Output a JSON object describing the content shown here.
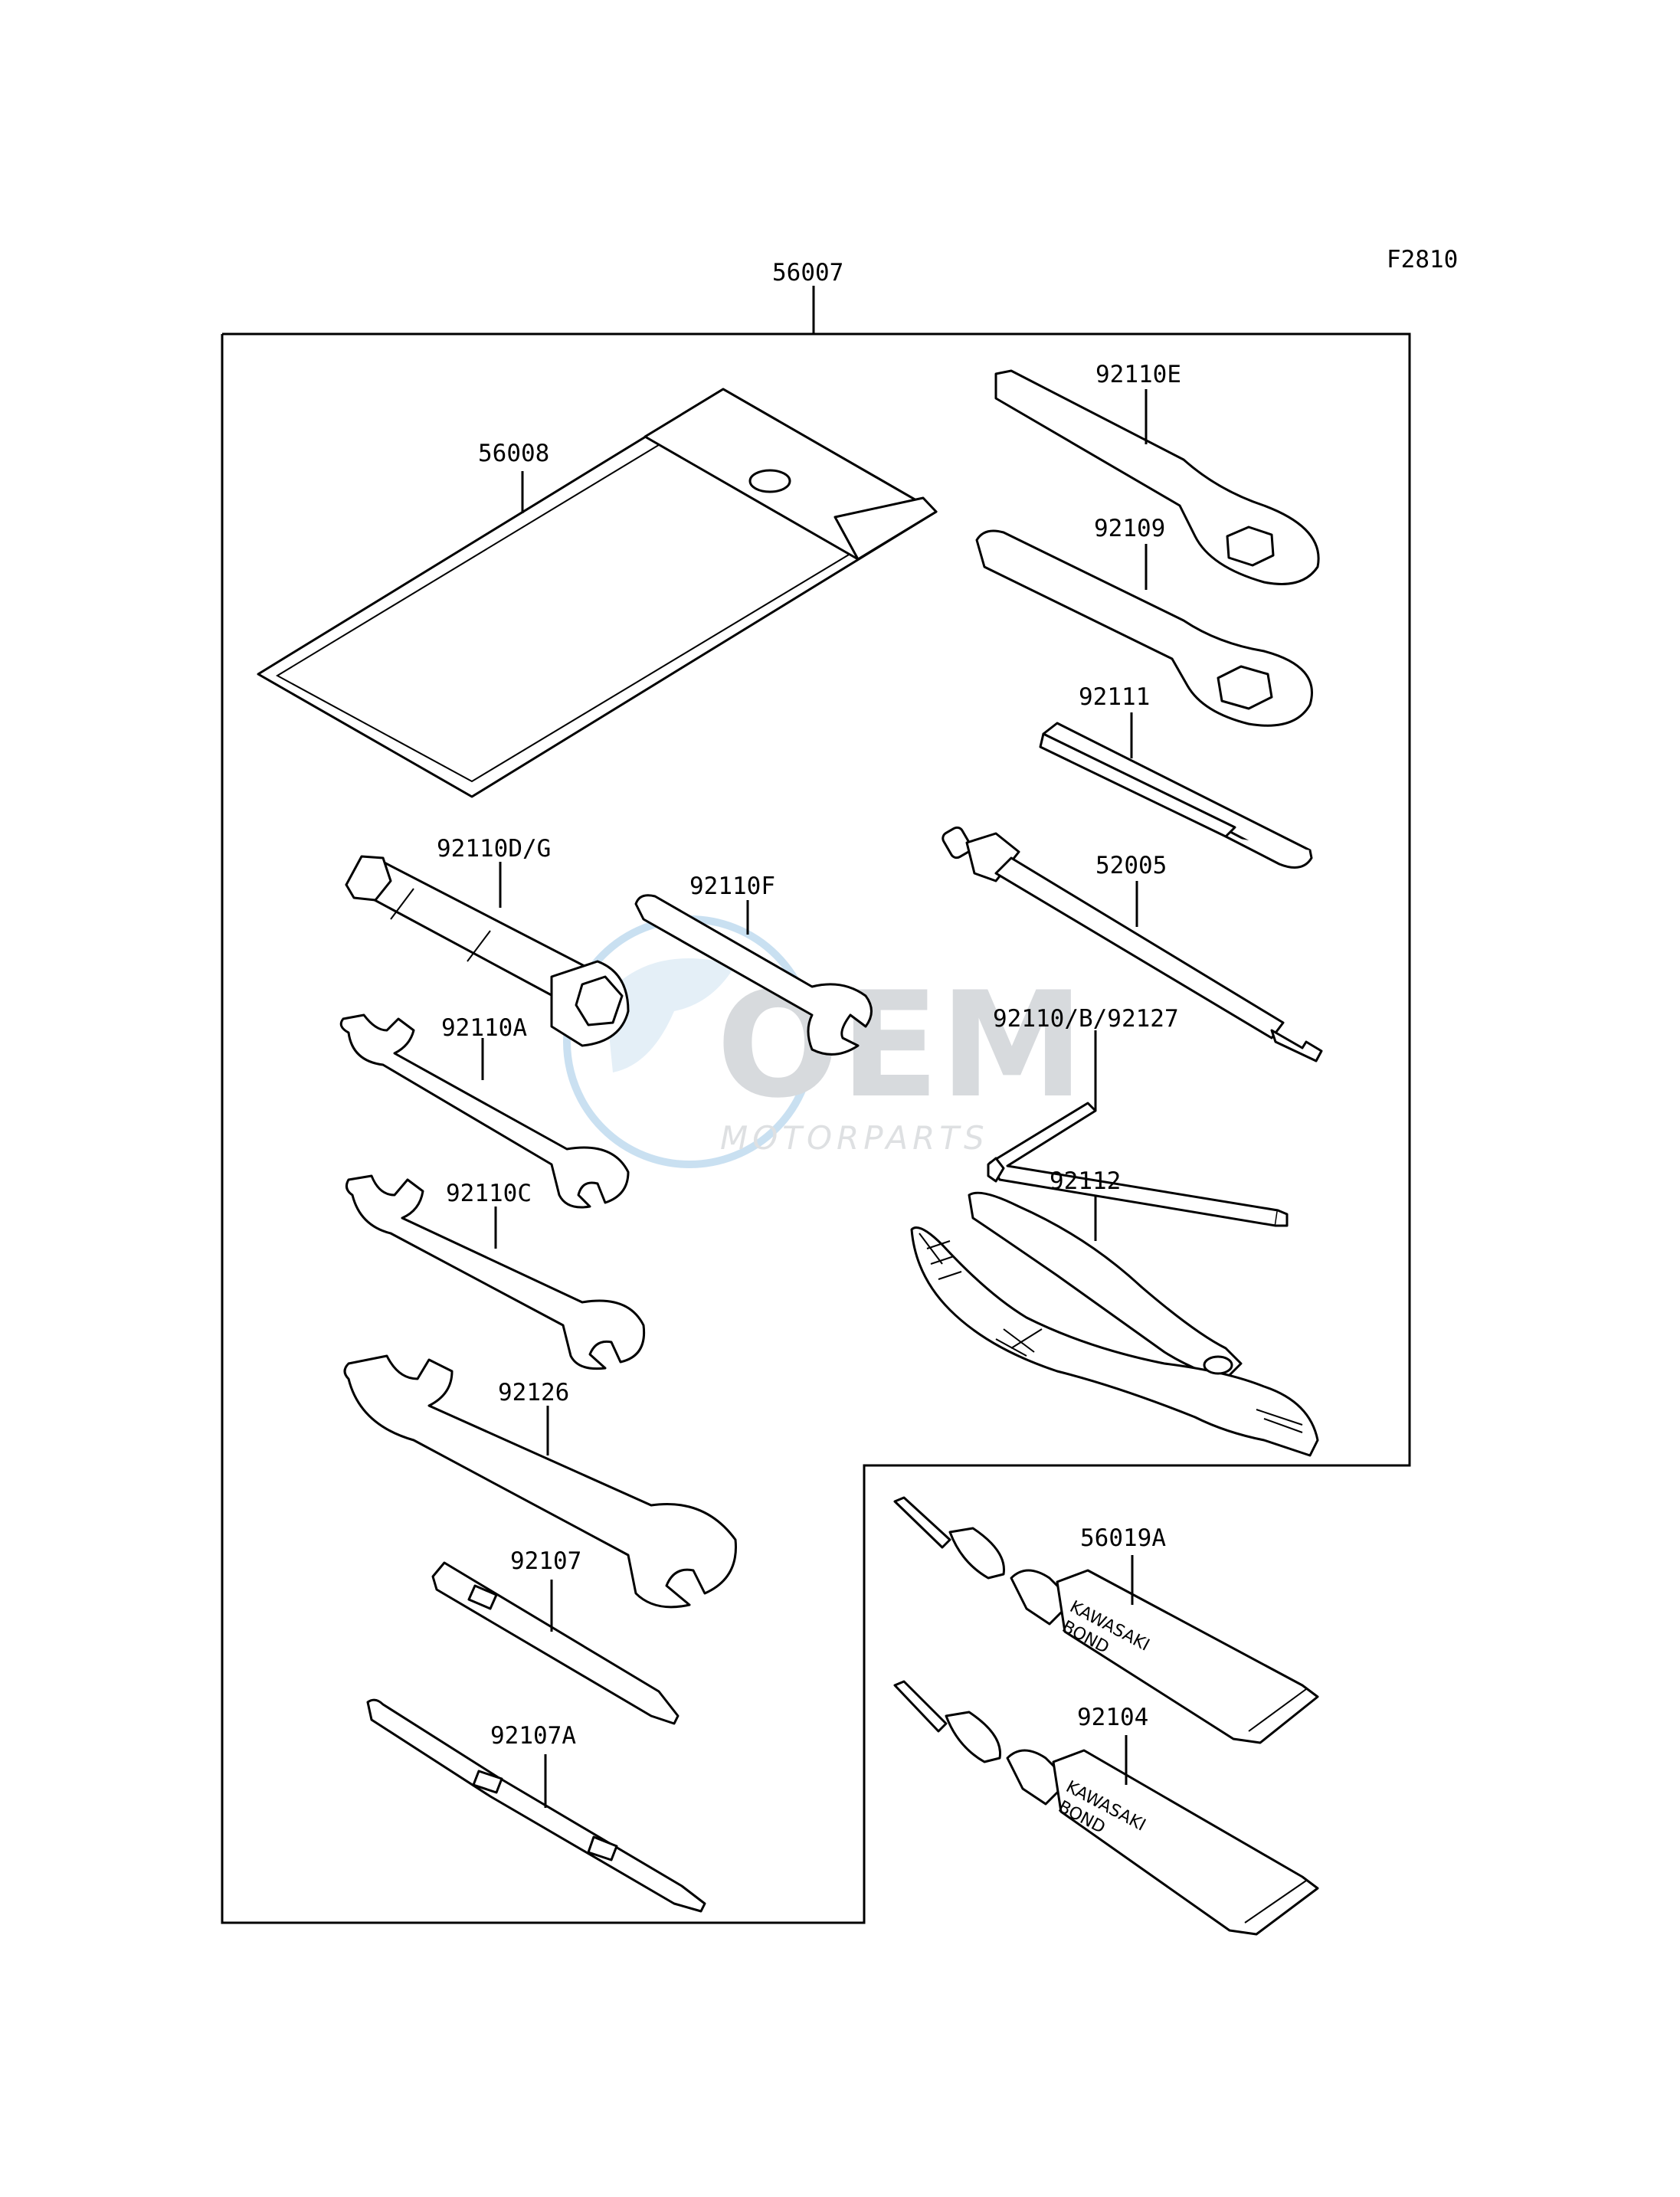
{
  "figure_code": "F2810",
  "assembly": {
    "part_no": "56007"
  },
  "parts": {
    "p56008": {
      "part_no": "56008",
      "name_icon": "tool-bag"
    },
    "p92110E": {
      "part_no": "92110E",
      "name_icon": "box-wrench"
    },
    "p92109": {
      "part_no": "92109",
      "name_icon": "box-wrench"
    },
    "p92111": {
      "part_no": "92111",
      "name_icon": "extension-bar"
    },
    "p52005": {
      "part_no": "52005",
      "name_icon": "spark-plug-tool"
    },
    "p92110DG": {
      "part_no": "92110D/G",
      "name_icon": "spark-plug-socket"
    },
    "p92110F": {
      "part_no": "92110F",
      "name_icon": "open-end-wrench"
    },
    "p92110A": {
      "part_no": "92110A",
      "name_icon": "open-end-wrench"
    },
    "p92110B": {
      "part_no": "92110/B/92127",
      "name_icon": "hex-key"
    },
    "p92110C": {
      "part_no": "92110C",
      "name_icon": "open-end-wrench"
    },
    "p92112": {
      "part_no": "92112",
      "name_icon": "pliers"
    },
    "p92126": {
      "part_no": "92126",
      "name_icon": "open-end-wrench"
    },
    "p92107": {
      "part_no": "92107",
      "name_icon": "screwdriver-bit"
    },
    "p92107A": {
      "part_no": "92107A",
      "name_icon": "screwdriver-bit"
    },
    "p56019A": {
      "part_no": "56019A",
      "name_icon": "bond-tube"
    },
    "p92104": {
      "part_no": "92104",
      "name_icon": "bond-tube"
    }
  },
  "tube_text": {
    "line1": "KAWASAKI",
    "line2": "BOND"
  },
  "watermark": {
    "logo": "OEM",
    "sub": "MOTORPARTS",
    "color": "#b8bcc2",
    "accent": "#9ec7e6"
  }
}
